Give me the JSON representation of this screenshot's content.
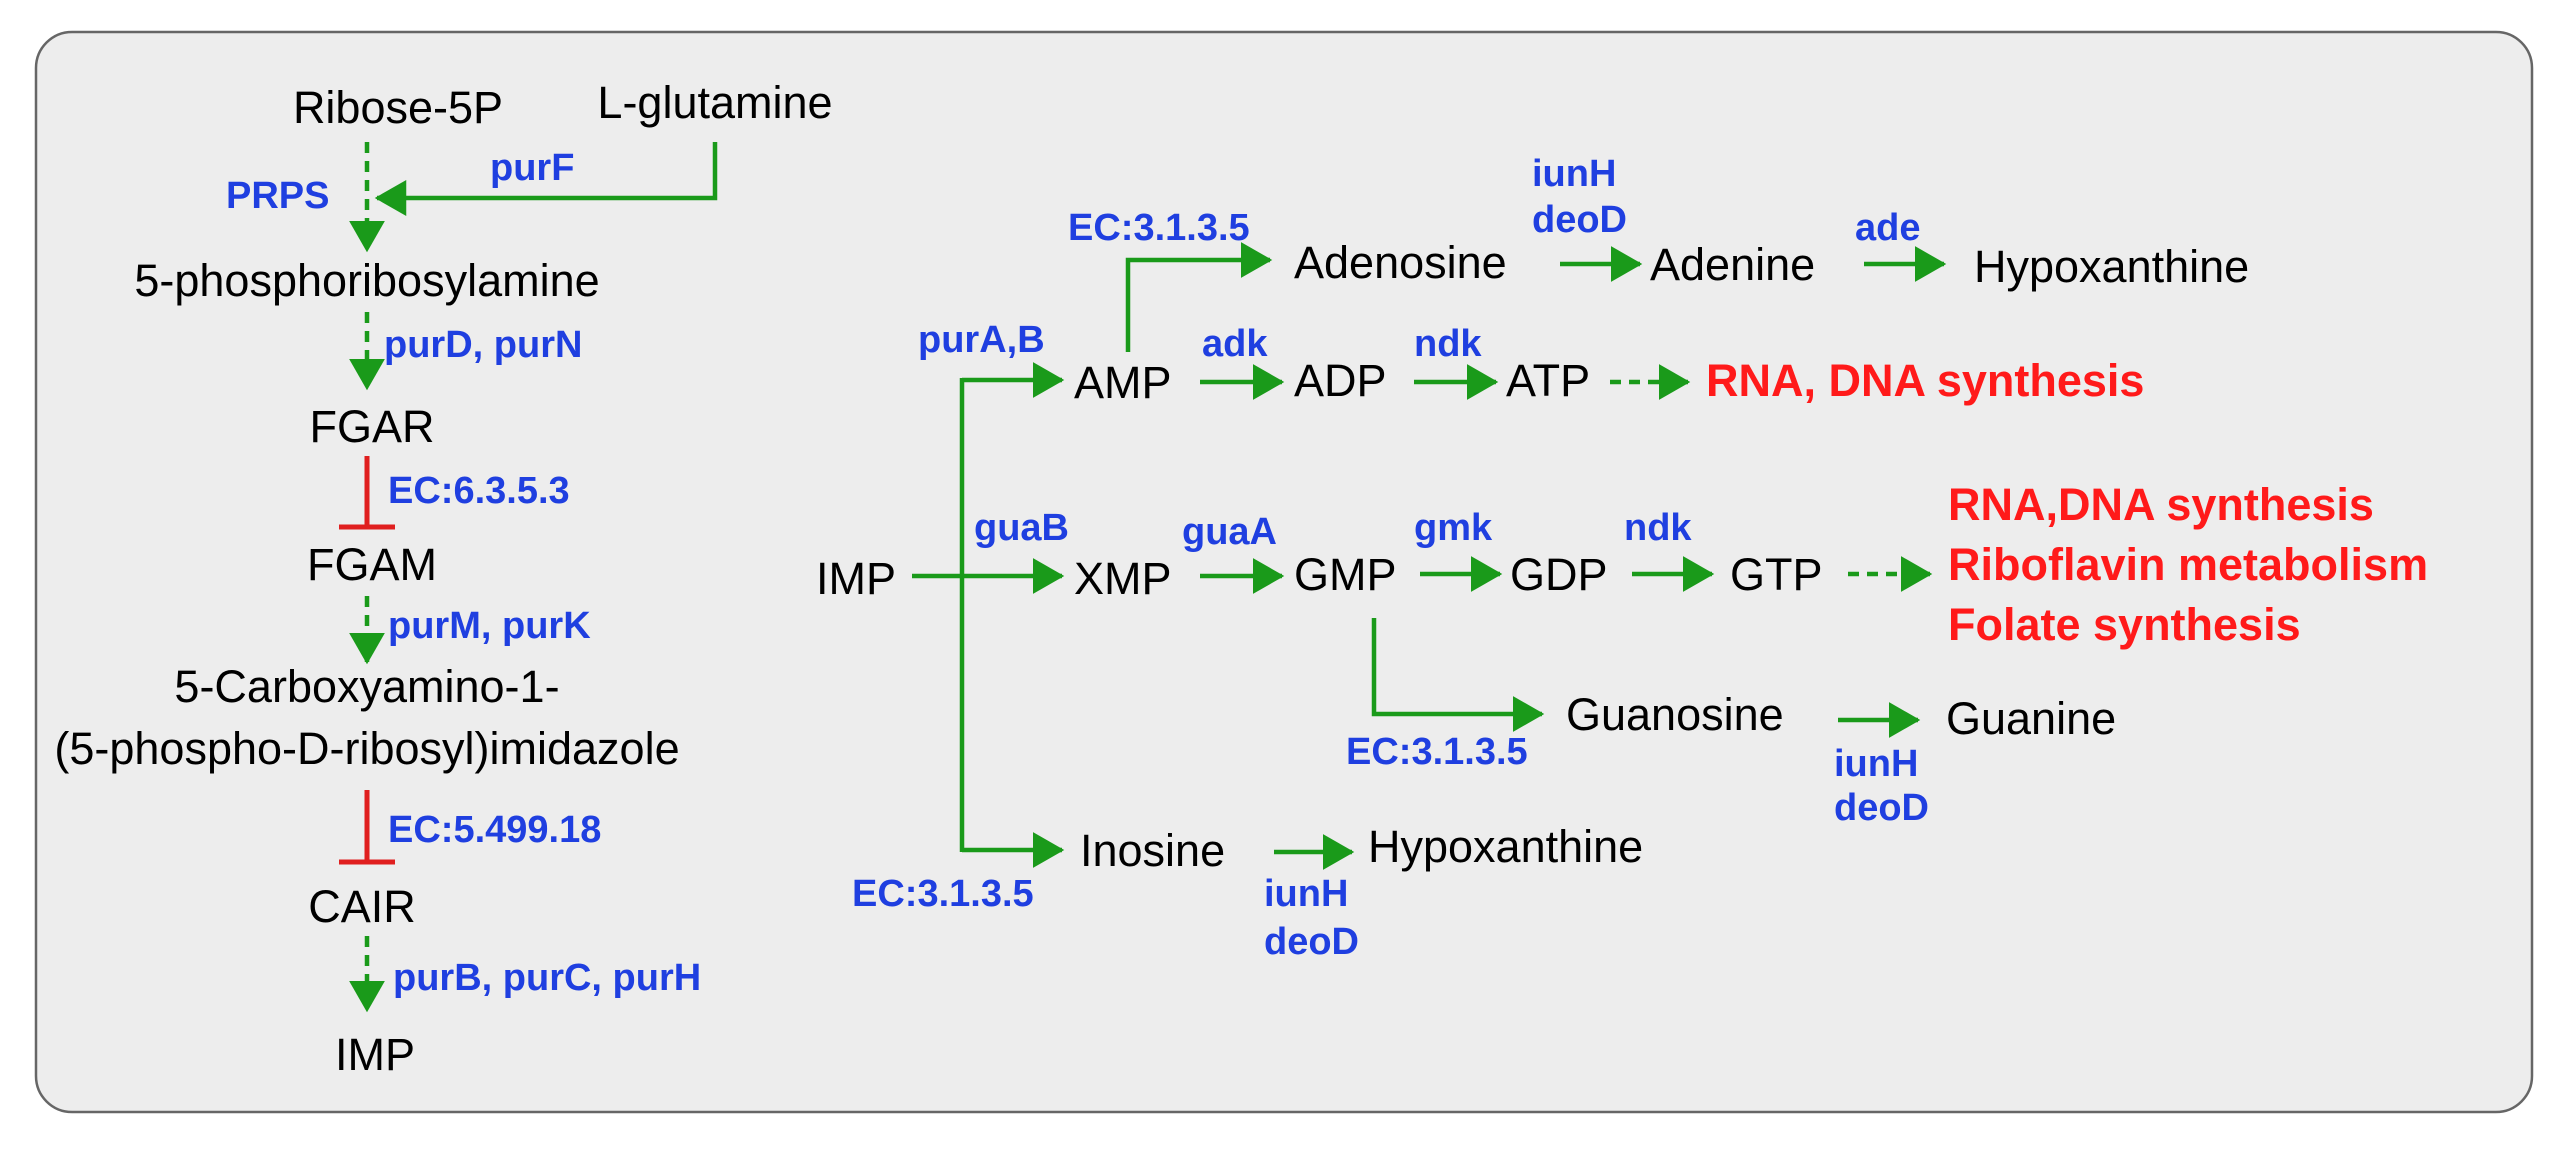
{
  "colors": {
    "panel_fill": "#ededed",
    "panel_border": "#666666",
    "arrow_green": "#1a9a1a",
    "inhibit_red": "#e01f1f",
    "metabolite_text": "#000000",
    "enzyme_text": "#1f3fe0",
    "outcome_text": "#ff1a1a"
  },
  "metabolites": {
    "ribose5p": "Ribose-5P",
    "lglutamine": "L-glutamine",
    "phosphoribosylamine": "5-phosphoribosylamine",
    "fgar": "FGAR",
    "fgam": "FGAM",
    "carboxyamino_line1": "5-Carboxyamino-1-",
    "carboxyamino_line2": "(5-phospho-D-ribosyl)imidazole",
    "cair": "CAIR",
    "imp_left": "IMP",
    "imp": "IMP",
    "amp": "AMP",
    "adp": "ADP",
    "atp": "ATP",
    "adenosine": "Adenosine",
    "adenine": "Adenine",
    "hypoxanthine_top": "Hypoxanthine",
    "xmp": "XMP",
    "gmp": "GMP",
    "gdp": "GDP",
    "gtp": "GTP",
    "guanosine": "Guanosine",
    "guanine": "Guanine",
    "inosine": "Inosine",
    "hypoxanthine_bottom": "Hypoxanthine"
  },
  "enzymes": {
    "prps": "PRPS",
    "purf": "purF",
    "purd_purn": "purD, purN",
    "ec6353": "EC:6.3.5.3",
    "purm_purk": "purM, purK",
    "ec549918": "EC:5.499.18",
    "purb_purc_purh": "purB, purC, purH",
    "ec3135_adenosine": "EC:3.1.3.5",
    "iunh_top": "iunH",
    "deod_top": "deoD",
    "ade": "ade",
    "purab": "purA,B",
    "adk": "adk",
    "ndk_atp": "ndk",
    "guab": "guaB",
    "guaa": "guaA",
    "gmk": "gmk",
    "ndk_gtp": "ndk",
    "ec3135_guanosine": "EC:3.1.3.5",
    "iunh_guanine": "iunH",
    "deod_guanine": "deoD",
    "ec3135_inosine": "EC:3.1.3.5",
    "iunh_bottom": "iunH",
    "deod_bottom": "deoD"
  },
  "outcomes": {
    "atp_outcome": "RNA, DNA synthesis",
    "gtp_line1": "RNA,DNA synthesis",
    "gtp_line2": "Riboflavin metabolism",
    "gtp_line3": "Folate synthesis"
  }
}
